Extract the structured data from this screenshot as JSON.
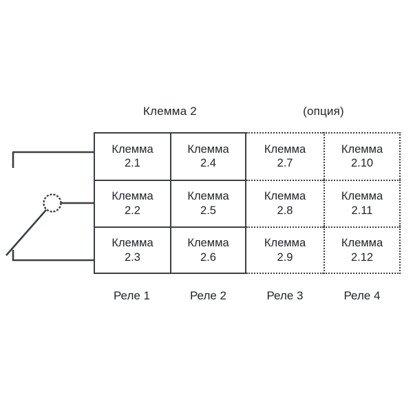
{
  "diagram": {
    "headings": [
      {
        "id": "klemma-2",
        "label": "Клемма 2"
      },
      {
        "id": "option",
        "label": "(опция)"
      }
    ],
    "grid": {
      "rows": [
        [
          {
            "line1": "Клемма",
            "line2": "2.1",
            "style": "solid"
          },
          {
            "line1": "Клемма",
            "line2": "2.4",
            "style": "solid"
          },
          {
            "line1": "Клемма",
            "line2": "2.7",
            "style": "dotted"
          },
          {
            "line1": "Клемма",
            "line2": "2.10",
            "style": "dotted"
          }
        ],
        [
          {
            "line1": "Клемма",
            "line2": "2.2",
            "style": "solid"
          },
          {
            "line1": "Клемма",
            "line2": "2.5",
            "style": "solid"
          },
          {
            "line1": "Клемма",
            "line2": "2.8",
            "style": "dotted"
          },
          {
            "line1": "Клемма",
            "line2": "2.11",
            "style": "dotted"
          }
        ],
        [
          {
            "line1": "Клемма",
            "line2": "2.3",
            "style": "solid"
          },
          {
            "line1": "Клемма",
            "line2": "2.6",
            "style": "solid"
          },
          {
            "line1": "Клемма",
            "line2": "2.9",
            "style": "dotted"
          },
          {
            "line1": "Клемма",
            "line2": "2.12",
            "style": "dotted"
          }
        ]
      ]
    },
    "relays": [
      {
        "label": "Реле 1"
      },
      {
        "label": "Реле 2"
      },
      {
        "label": "Реле 3"
      },
      {
        "label": "Реле 4"
      }
    ],
    "wiring": {
      "description": "switch-contact-wiring",
      "elements": [
        {
          "name": "top-wire-horizontal"
        },
        {
          "name": "top-wire-stub-vertical"
        },
        {
          "name": "middle-wire-horizontal"
        },
        {
          "name": "contact-circle"
        },
        {
          "name": "switch-lever-diagonal"
        },
        {
          "name": "bottom-wire-horizontal"
        },
        {
          "name": "bottom-wire-stub-vertical"
        }
      ]
    },
    "colors": {
      "line": "#3b3f41",
      "text": "#222628",
      "background": "#ffffff"
    }
  }
}
